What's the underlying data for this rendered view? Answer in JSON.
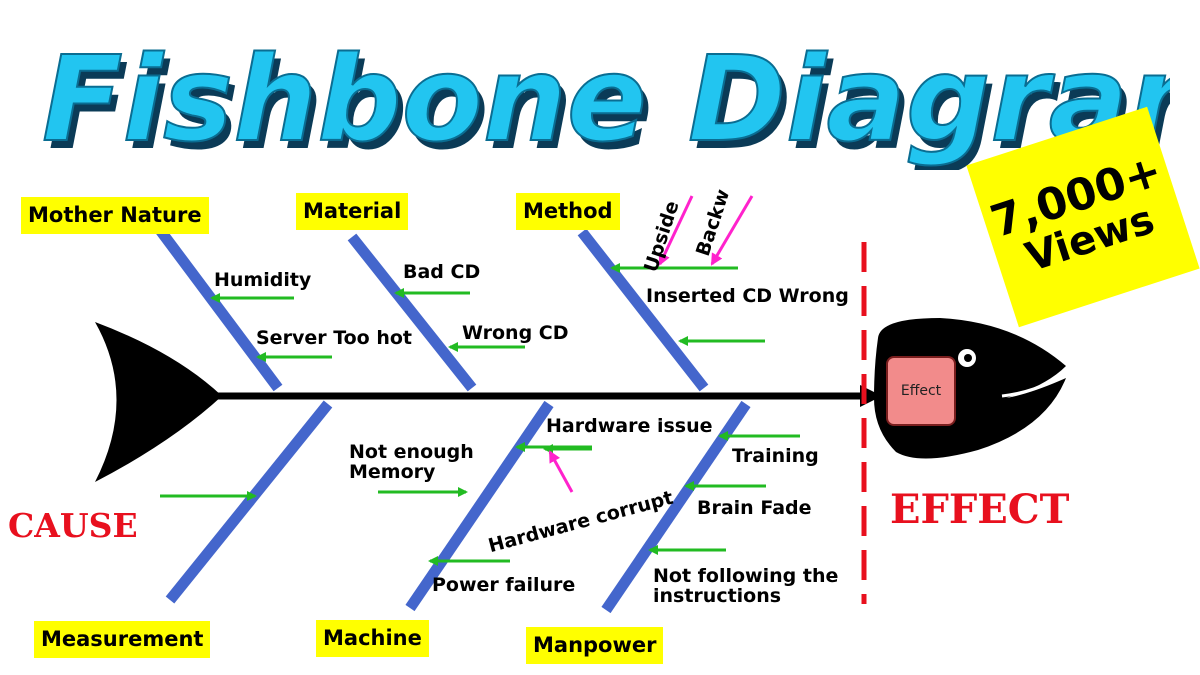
{
  "title": "Fishbone Diagram",
  "badge": {
    "count": "7,000+",
    "unit": "Views"
  },
  "categories": {
    "top": [
      "Mother Nature",
      "Material",
      "Method"
    ],
    "bottom": [
      "Measurement",
      "Machine",
      "Manpower"
    ]
  },
  "causes": {
    "mother_nature": [
      "Humidity",
      "Server Too hot"
    ],
    "material": [
      "Bad CD",
      "Wrong CD"
    ],
    "method": [
      "Inserted CD Wrong",
      "Upside",
      "Backw"
    ],
    "machine": [
      "Not enough\nMemory",
      "Hardware issue",
      "Hardware corrupt",
      "Power failure"
    ],
    "manpower": [
      "Training",
      "Brain Fade",
      "Not following the\ninstructions"
    ]
  },
  "cause_label": "CAUSE",
  "effect_label": "EFFECT",
  "effect_box": "Effect",
  "colors": {
    "title_fill": "#22c5f0",
    "title_shadow": "#0b3b57",
    "bone": "#4466cc",
    "arrow": "#22bb22",
    "pink_arrow": "#ff22cc",
    "label_bg": "#ffff00",
    "red": "#e8101e",
    "spine": "#000000"
  }
}
